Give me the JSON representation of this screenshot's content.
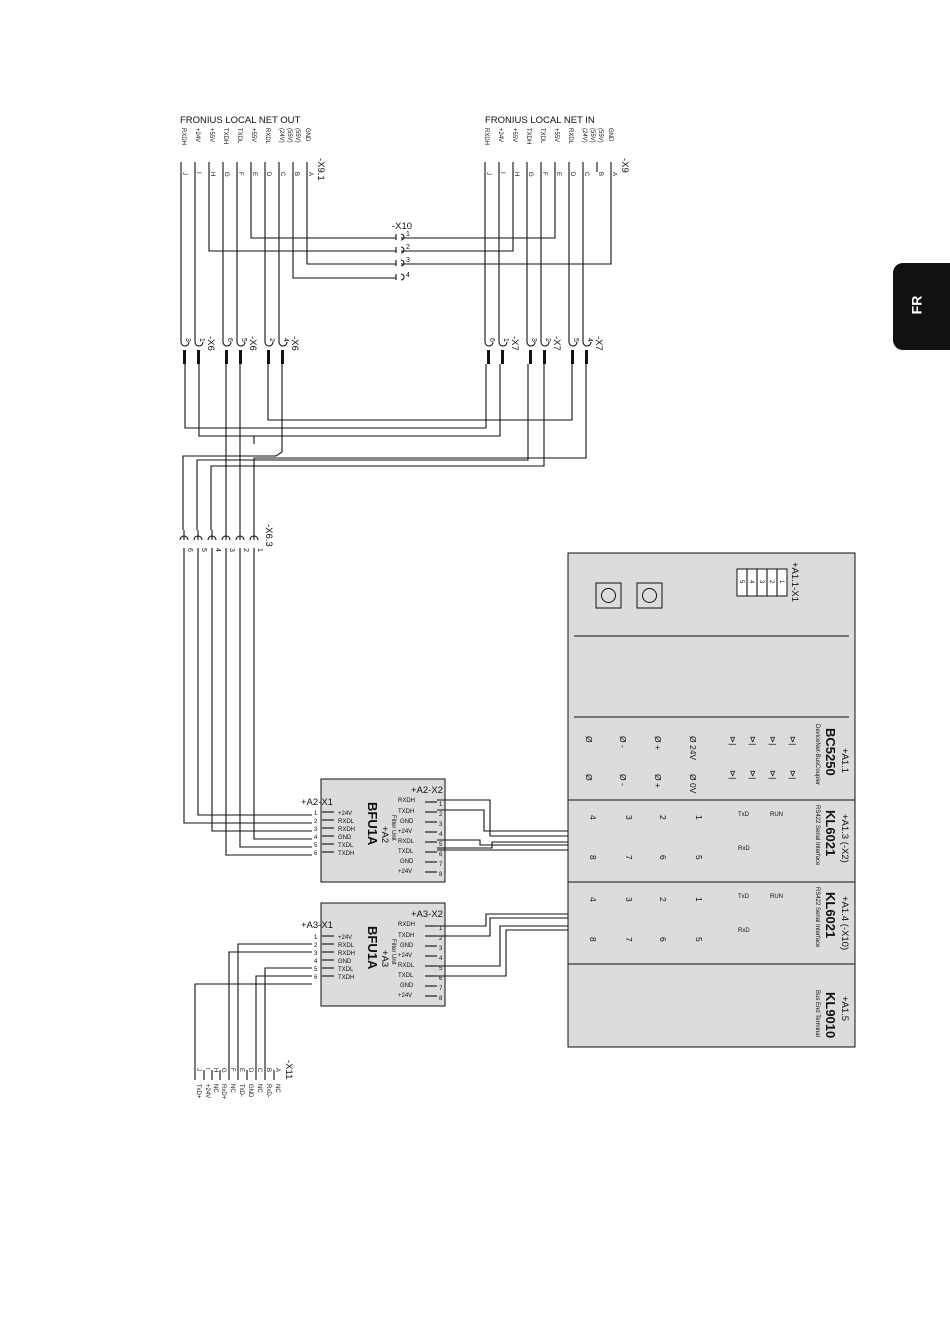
{
  "language_tab": "FR",
  "out_block": {
    "title": "FRONIUS LOCAL NET OUT",
    "connector": "-X9.1",
    "signals": [
      "RXDH",
      "+24V",
      "+55V",
      "TXDH",
      "TXDL",
      "+55V",
      "RXDL",
      "(24V)",
      "(55V)",
      "(55V)",
      "GND"
    ],
    "pins": [
      "J",
      "I",
      "H",
      "G",
      "F",
      "E",
      "D",
      "C",
      "B",
      "A"
    ]
  },
  "in_block": {
    "title": "FRONIUS LOCAL NET IN",
    "connector": "-X9",
    "signals": [
      "RXDH",
      "+24V",
      "+55V",
      "TXDH",
      "TXDL",
      "+55V",
      "RXDL",
      "(24V)",
      "(55V)",
      "(55V)",
      "GND"
    ],
    "pins": [
      "J",
      "I",
      "H",
      "G",
      "F",
      "E",
      "D",
      "C",
      "B",
      "A"
    ]
  },
  "x10": {
    "label": "-X10",
    "pins": [
      "1",
      "2",
      "3",
      "4"
    ]
  },
  "x6_groups": [
    {
      "label": "-X6",
      "pins": [
        "3",
        "1"
      ]
    },
    {
      "label": "-X6",
      "pins": [
        "6",
        "5"
      ]
    },
    {
      "label": "-X6",
      "pins": [
        "2",
        "4"
      ]
    }
  ],
  "x7_groups": [
    {
      "label": "-X7",
      "pins": [
        "6",
        "1"
      ]
    },
    {
      "label": "-X7",
      "pins": [
        "3",
        "2"
      ]
    },
    {
      "label": "-X7",
      "pins": [
        "5",
        "4"
      ]
    }
  ],
  "x63": {
    "label": "-X6.3",
    "pins": [
      "6",
      "5",
      "4",
      "3",
      "2",
      "1"
    ]
  },
  "bfu_a2": {
    "id": "+A2",
    "name": "BFU1A",
    "desc": "Filter Unit",
    "x1": "+A2-X1",
    "x2": "+A2-X2",
    "left": [
      "+24V",
      "RXDL",
      "RXDH",
      "GND",
      "TXDL",
      "TXDH"
    ],
    "right": [
      "RXDH",
      "TXDH",
      "GND",
      "+24V",
      "RXDL",
      "TXDL",
      "GND",
      "+24V"
    ],
    "left_pins": [
      "1",
      "2",
      "3",
      "4",
      "5",
      "6"
    ],
    "right_pins": [
      "1",
      "2",
      "3",
      "4",
      "5",
      "6",
      "7",
      "8"
    ]
  },
  "bfu_a3": {
    "id": "+A3",
    "name": "BFU1A",
    "desc": "Filter Unit",
    "x1": "+A3-X1",
    "x2": "+A3-X2",
    "left": [
      "+24V",
      "RXDL",
      "RXDH",
      "GND",
      "TXDL",
      "TXDH"
    ],
    "right": [
      "RXDH",
      "TXDH",
      "GND",
      "+24V",
      "RXDL",
      "TXDL",
      "GND",
      "+24V"
    ],
    "left_pins": [
      "1",
      "2",
      "3",
      "4",
      "5",
      "6"
    ],
    "right_pins": [
      "1",
      "2",
      "3",
      "4",
      "5",
      "6",
      "7",
      "8"
    ]
  },
  "x11": {
    "label": "-X11",
    "pins": [
      "J",
      "I",
      "H",
      "G",
      "F",
      "E",
      "D",
      "C",
      "B",
      "A"
    ],
    "signals": [
      "TxD+",
      "+24V",
      "NC",
      "RxD+",
      "NC",
      "TxD-",
      "GND",
      "NC",
      "RxD-",
      "NC"
    ]
  },
  "plc": {
    "x1": "+A1.1-X1",
    "x1_pins": [
      "5",
      "4",
      "3",
      "2",
      "1"
    ],
    "bc": {
      "id": "+A1.1",
      "name": "BC5250",
      "desc": "DeviceNet-BusCoupler",
      "row1": [
        "Ø",
        "Ø -",
        "Ø +",
        "Ø 24V"
      ],
      "row2": [
        "Ø",
        "Ø -",
        "Ø +",
        "Ø 0V"
      ]
    },
    "kl1": {
      "id": "+A1.3 (-X2)",
      "name": "KL6021",
      "desc": "RS422 Serial Interface",
      "row1": [
        "4",
        "3",
        "2",
        "1"
      ],
      "row2": [
        "8",
        "7",
        "6",
        "5"
      ],
      "led1": "TxD",
      "led2": "RUN",
      "led3": "RxD"
    },
    "kl2": {
      "id": "+A1.4 (-X10)",
      "name": "KL6021",
      "desc": "RS422 Serial Interface",
      "row1": [
        "4",
        "3",
        "2",
        "1"
      ],
      "row2": [
        "8",
        "7",
        "6",
        "5"
      ],
      "led1": "TxD",
      "led2": "RUN",
      "led3": "RxD"
    },
    "kl3": {
      "id": "+A1.5",
      "name": "KL9010",
      "desc": "Bus End Terminal"
    }
  }
}
